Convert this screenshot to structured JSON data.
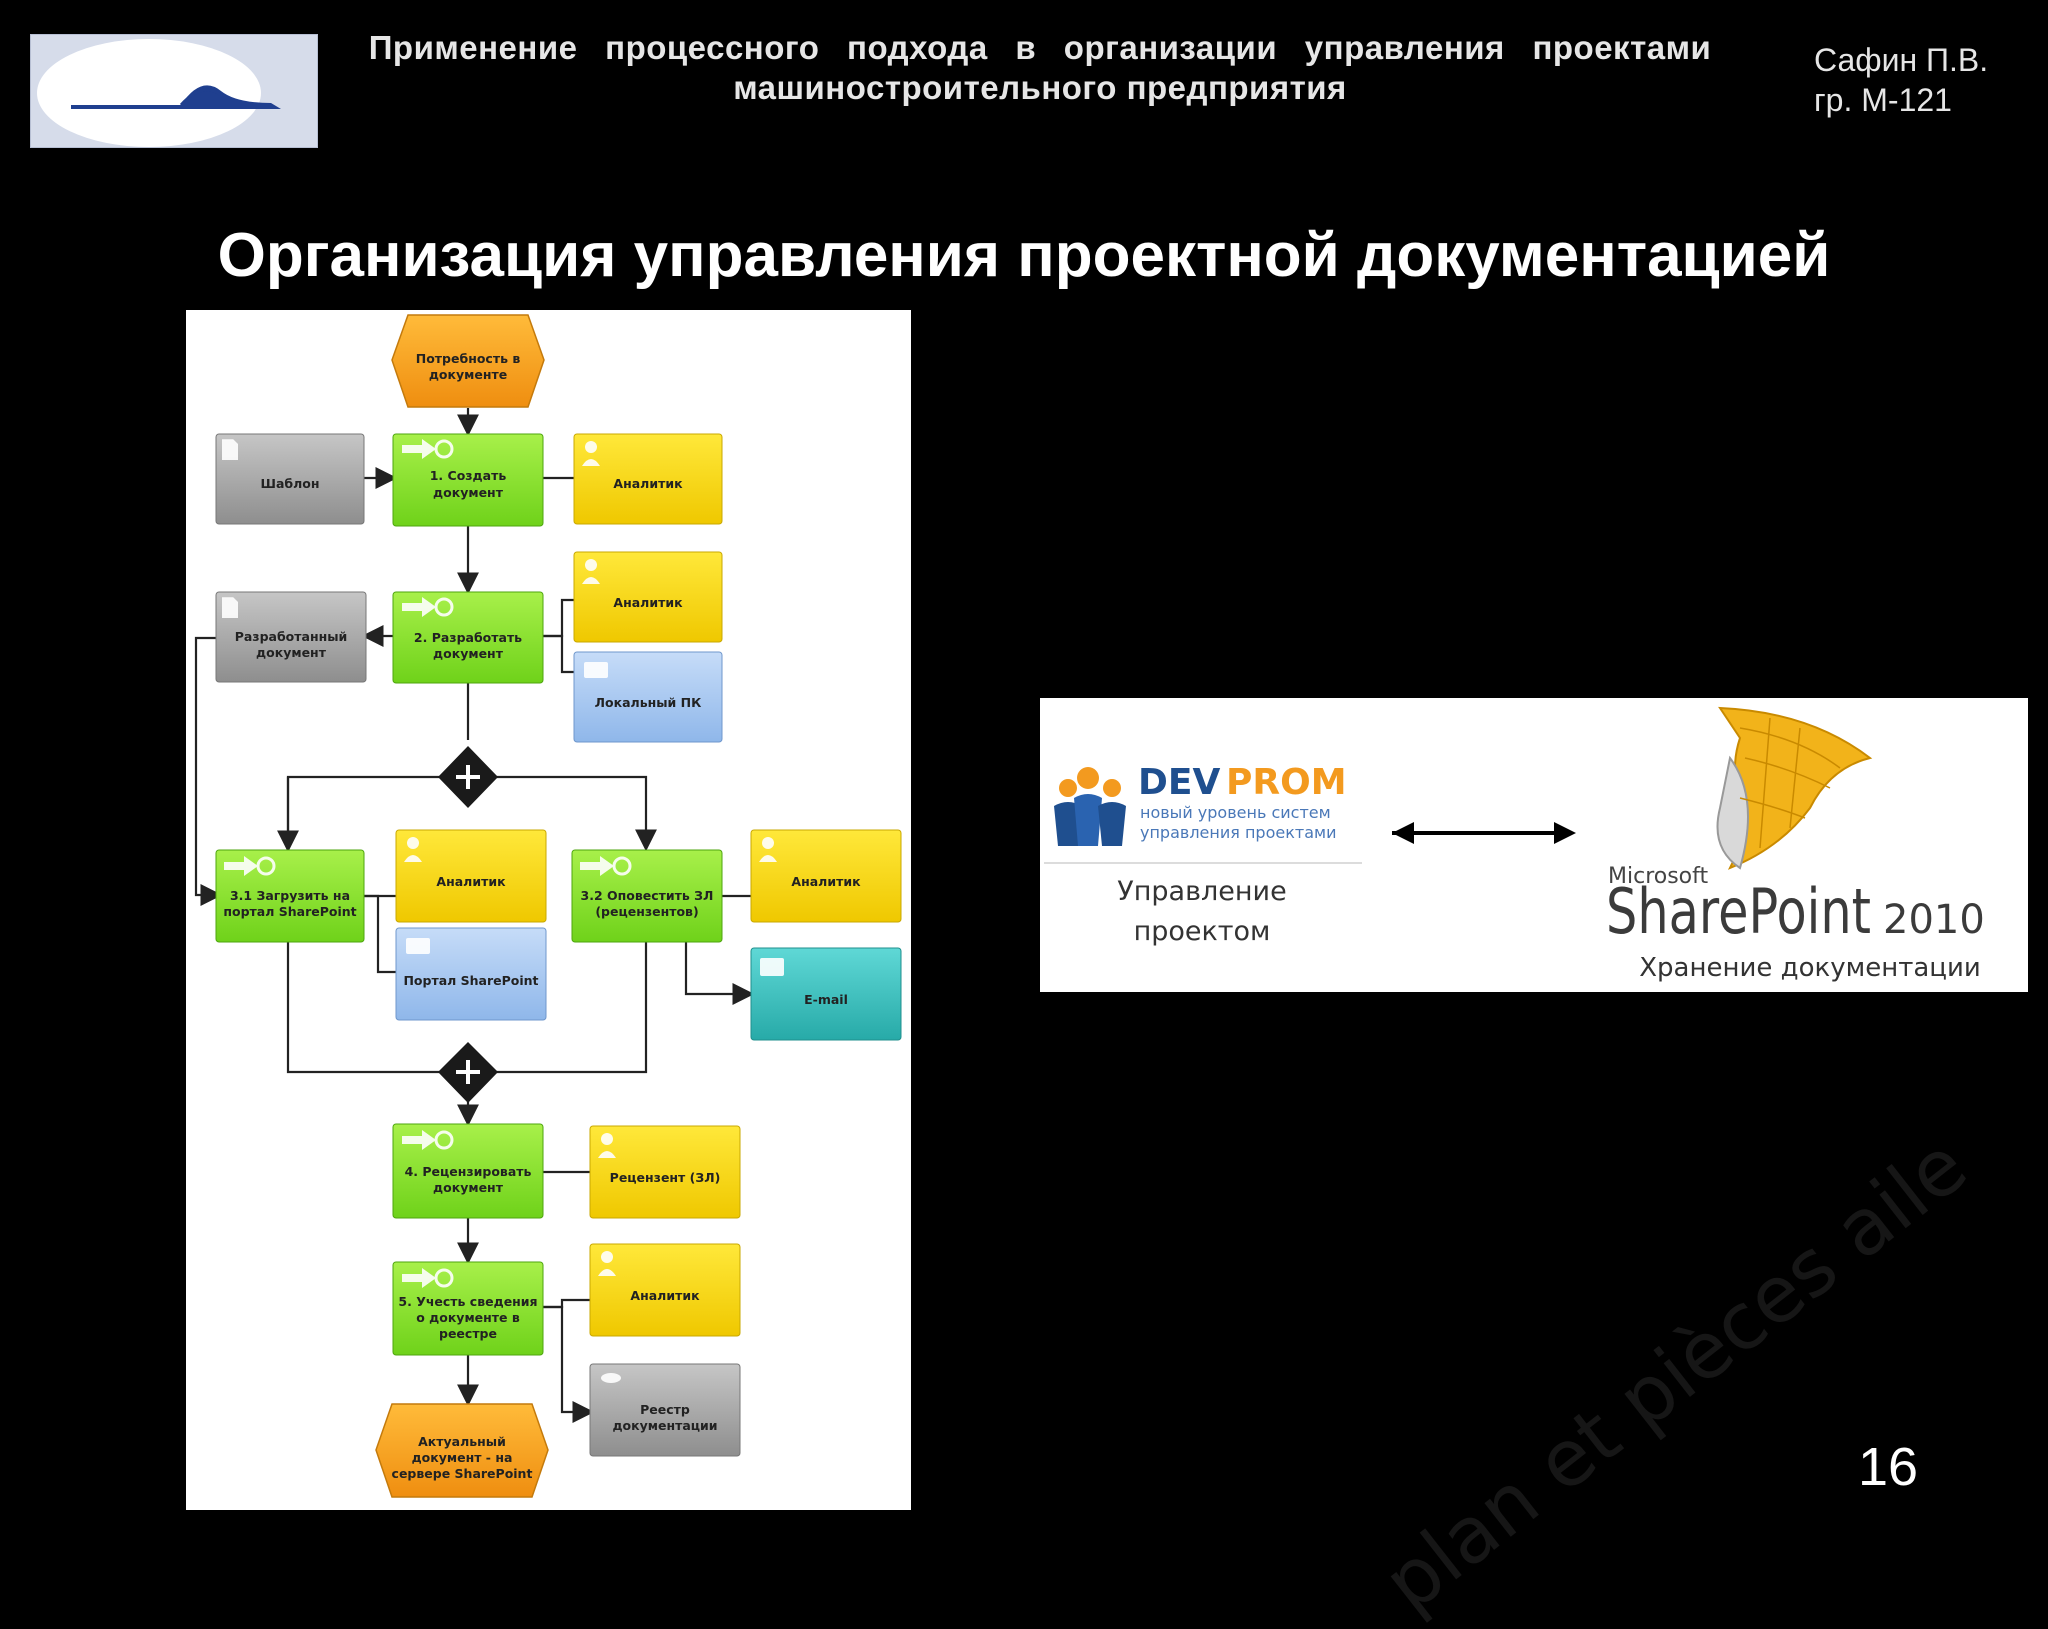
{
  "header": {
    "title_line1": "Применение процессного подхода в организации управления проектами",
    "title_line2": "машиностроительного предприятия",
    "author": "Сафин П.В.",
    "group": "гр. М-121"
  },
  "slide": {
    "title": "Организация управления проектной документацией",
    "page_number": "16"
  },
  "diagram": {
    "start_event": [
      "Потребность в",
      "документе"
    ],
    "template": "Шаблон",
    "f1": [
      "1. Создать",
      "документ"
    ],
    "analyst": "Аналитик",
    "developed_doc": [
      "Разработанный",
      "документ"
    ],
    "f2": [
      "2. Разработать",
      "документ"
    ],
    "local_pc": "Локальный ПК",
    "f31": [
      "3.1 Загрузить на",
      "портал SharePoint"
    ],
    "portal": "Портал SharePoint",
    "f32": [
      "3.2 Оповестить ЗЛ",
      "(рецензентов)"
    ],
    "email": "E-mail",
    "f4": [
      "4. Рецензировать",
      "документ"
    ],
    "reviewer": "Рецензент (ЗЛ)",
    "f5": [
      "5. Учесть сведения",
      "о документе в",
      "реестре"
    ],
    "registry": [
      "Реестр",
      "документации"
    ],
    "end_event": [
      "Актуальный",
      "документ - на",
      "сервере SharePoint"
    ]
  },
  "panel": {
    "devprom_dev": "DEV",
    "devprom_prom": "PROM",
    "devprom_tagline1": "новый уровень систем",
    "devprom_tagline2": "управления проектами",
    "devprom_caption1": "Управление",
    "devprom_caption2": "проектом",
    "sp_microsoft": "Microsoft",
    "sp_name": "SharePoint",
    "sp_version": "2010",
    "sp_caption": "Хранение документации"
  },
  "watermark": "plan et pièces aile",
  "colors": {
    "function_green": "#7ee021",
    "role_yellow": "#f5d400",
    "doc_gray": "#a9a9a9",
    "system_blue": "#a9c8f2",
    "event_orange": "#f6a11c",
    "email_teal": "#3cc2c0",
    "devprom_blue": "#1f4f8f",
    "devprom_orange": "#f39a1f"
  }
}
